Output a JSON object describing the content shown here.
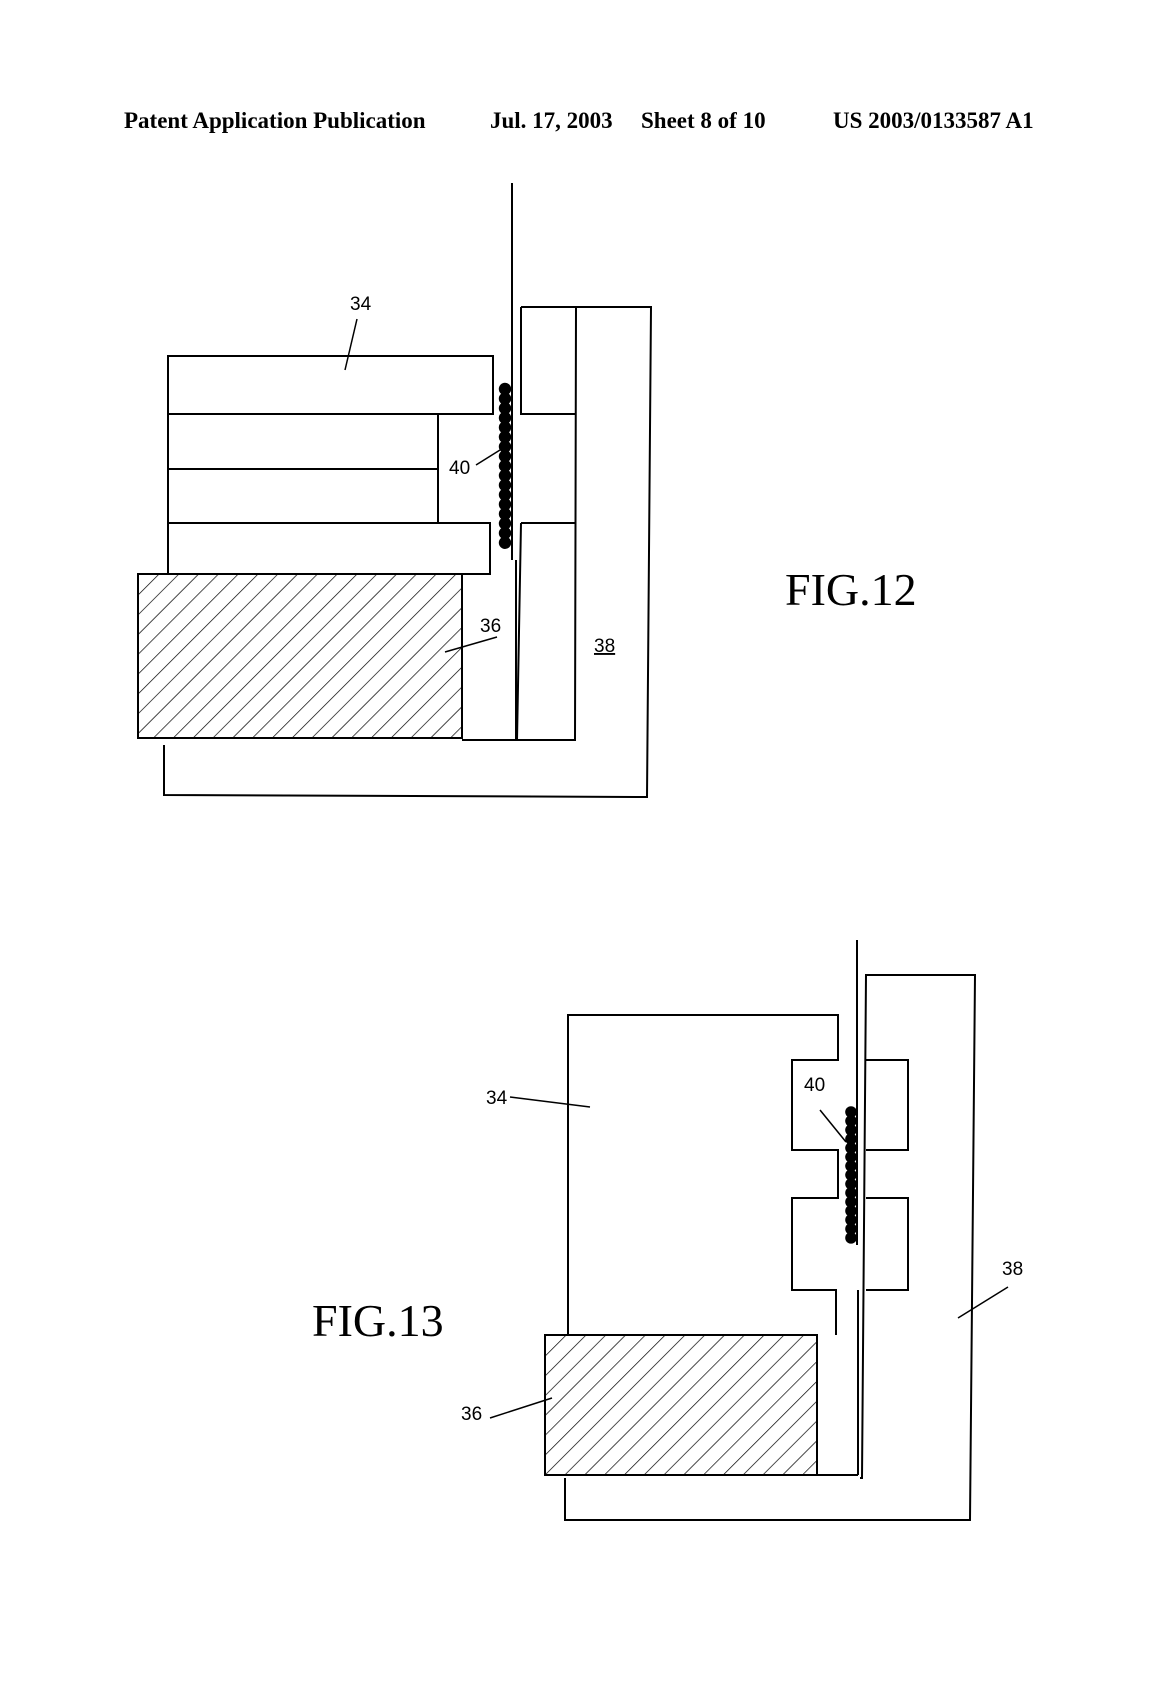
{
  "header": {
    "publication": "Patent Application Publication",
    "date": "Jul. 17, 2003",
    "sheet": "Sheet 8 of 10",
    "number": "US 2003/0133587 A1"
  },
  "figures": [
    {
      "label": "FIG.12",
      "refs": {
        "r34": "34",
        "r36": "36",
        "r38": "38",
        "r40": "40"
      }
    },
    {
      "label": "FIG.13",
      "refs": {
        "r34": "34",
        "r36": "36",
        "r38": "38",
        "r40": "40"
      }
    }
  ]
}
